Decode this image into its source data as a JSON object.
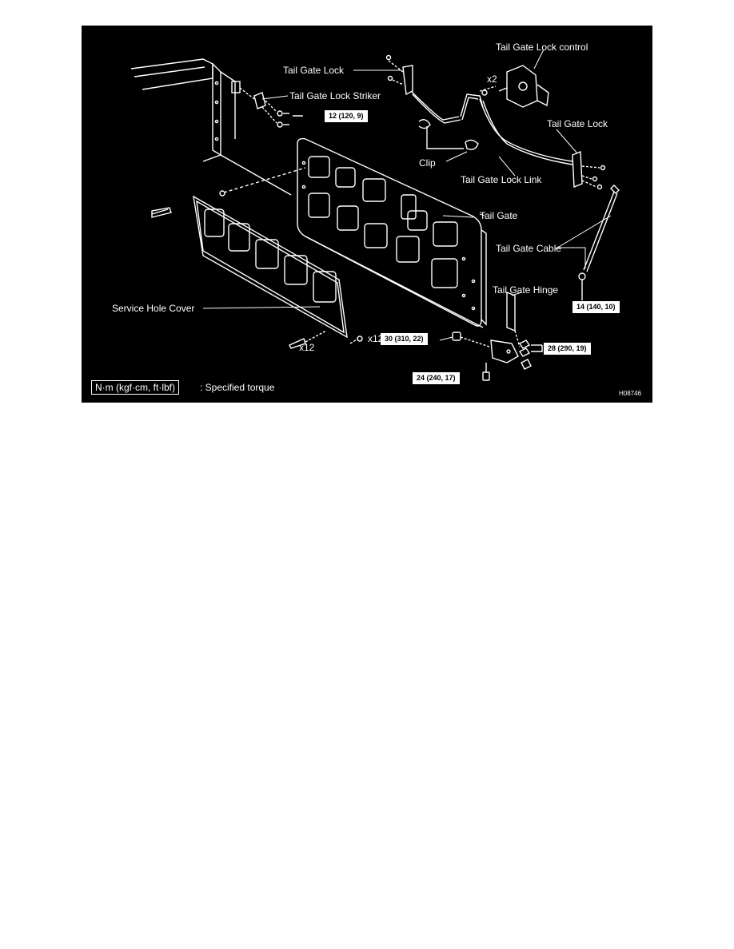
{
  "colors": {
    "background": "#000000",
    "line": "#ffffff",
    "page": "#ffffff"
  },
  "labels": {
    "tail_gate_lock_left": "Tail Gate Lock",
    "tail_gate_lock_control": "Tail Gate Lock control",
    "x2": "x2",
    "tail_gate_lock_striker": "Tail Gate Lock Striker",
    "tail_gate_lock_right": "Tail Gate Lock",
    "clip": "Clip",
    "tail_gate_lock_link": "Tail Gate Lock Link",
    "tail_gate": "Tail Gate",
    "tail_gate_cable": "Tail Gate Cable",
    "tail_gate_hinge": "Tail Gate Hinge",
    "service_hole_cover": "Service Hole Cover",
    "x12_right": "x12",
    "x12_left": "x12"
  },
  "torques": {
    "striker": "12 (120, 9)",
    "cable": "14 (140, 10)",
    "hinge_bolt_left": "30 (310, 22)",
    "hinge_bolt_right": "28 (290, 19)",
    "hinge_bolt_bottom": "24 (240, 17)"
  },
  "legend": {
    "unit_box": "N·m (kgf·cm, ft·lbf)",
    "unit_text": ": Specified torque"
  },
  "figure_code": "H08746"
}
